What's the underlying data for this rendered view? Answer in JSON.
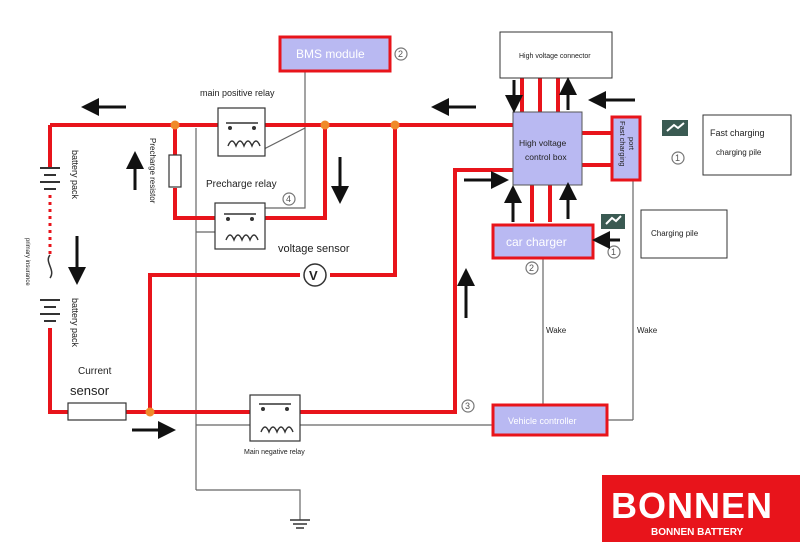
{
  "blocks": {
    "bms_module": "BMS module",
    "high_voltage_connector": "High voltage connector",
    "high_voltage_control_box": [
      "High voltage",
      "control box"
    ],
    "fast_charging_port": [
      "Fast charging",
      "port"
    ],
    "fast_charging_pile": [
      "Fast charging",
      "charging pile"
    ],
    "car_charger": "car charger",
    "charging_pile": "Charging pile",
    "vehicle_controller": "Vehicle controller"
  },
  "labels": {
    "main_positive_relay": "main positive relay",
    "precharge_relay": "Precharge relay",
    "precharge_resistor": "Precharge resistor",
    "voltage_sensor": "voltage sensor",
    "voltage_symbol": "V",
    "battery_pack_top": "battery pack",
    "battery_pack_bottom": "battery pack",
    "primary_insurance": "primary insurance",
    "current_sensor": [
      "Current",
      "sensor"
    ],
    "main_negative_relay": "Main negative relay",
    "wake_left": "Wake",
    "wake_right": "Wake"
  },
  "badges": {
    "bms": "2",
    "precharge": "4",
    "fast_port": "1",
    "car_charger_source": "1",
    "car_charger": "2",
    "main_negative": "3"
  },
  "logo": {
    "brand": "BONNEN",
    "tagline": "BONNEN BATTERY",
    "background": "#e8141b"
  },
  "colors": {
    "high_voltage_line": "#e8141b",
    "block_fill": "#b9b9f2",
    "junction": "#f08a2a"
  },
  "icons": [
    "charging-plug-icon",
    "charging-plug-icon",
    "ground-icon"
  ]
}
